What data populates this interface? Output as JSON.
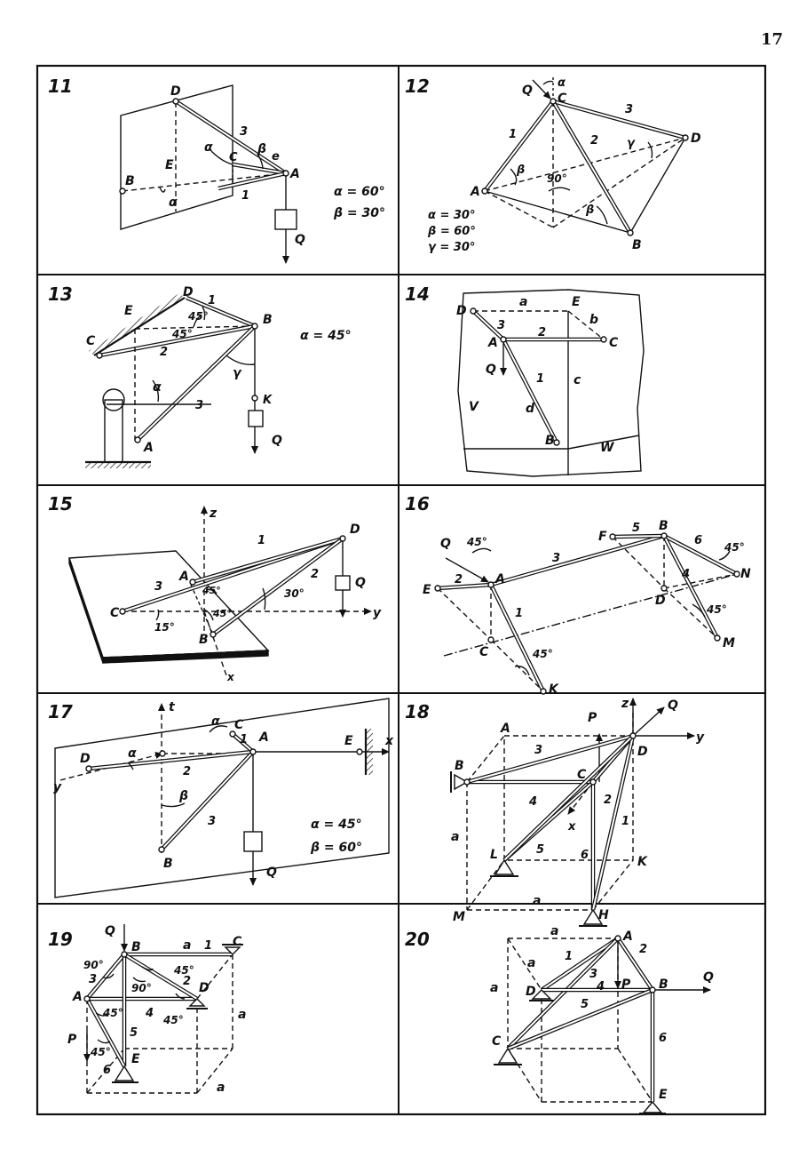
{
  "page_number": "17",
  "panels": [
    {
      "number": "11",
      "points": [
        "D",
        "B",
        "E",
        "C",
        "A"
      ],
      "labels": [
        "3",
        "1",
        "e",
        "α",
        "β",
        "α"
      ],
      "givens": [
        "α = 60°",
        "β = 30°"
      ],
      "force": "Q"
    },
    {
      "number": "12",
      "points": [
        "C",
        "D",
        "A",
        "B"
      ],
      "labels": [
        "1",
        "2",
        "3",
        "α",
        "β",
        "β",
        "γ",
        "90°"
      ],
      "givens": [
        "α = 30°",
        "β = 60°",
        "γ = 30°"
      ],
      "force": "Q"
    },
    {
      "number": "13",
      "points": [
        "D",
        "E",
        "C",
        "B",
        "A",
        "K"
      ],
      "labels": [
        "1",
        "2",
        "3",
        "45°",
        "45°",
        "α",
        "γ"
      ],
      "givens": [
        "α = 45°"
      ],
      "force": "Q"
    },
    {
      "number": "14",
      "points": [
        "D",
        "E",
        "A",
        "C",
        "B"
      ],
      "labels": [
        "a",
        "b",
        "c",
        "d",
        "1",
        "2",
        "3",
        "V",
        "W"
      ],
      "givens": [],
      "force": "Q"
    },
    {
      "number": "15",
      "points": [
        "z",
        "D",
        "A",
        "C",
        "B",
        "y",
        "x"
      ],
      "labels": [
        "1",
        "2",
        "3",
        "45°",
        "45°",
        "30°",
        "15°"
      ],
      "givens": [],
      "force": "Q"
    },
    {
      "number": "16",
      "points": [
        "F",
        "B",
        "E",
        "A",
        "D",
        "C",
        "N",
        "M",
        "K"
      ],
      "labels": [
        "1",
        "2",
        "3",
        "4",
        "5",
        "6",
        "45°",
        "45°",
        "45°",
        "45°"
      ],
      "givens": [],
      "force": "Q"
    },
    {
      "number": "17",
      "points": [
        "t",
        "C",
        "D",
        "A",
        "E",
        "x",
        "y",
        "B"
      ],
      "labels": [
        "1",
        "2",
        "3",
        "α",
        "α",
        "β"
      ],
      "givens": [
        "α = 45°",
        "β = 60°"
      ],
      "force": "Q"
    },
    {
      "number": "18",
      "points": [
        "z",
        "A",
        "B",
        "C",
        "D",
        "y",
        "L",
        "K",
        "M",
        "H",
        "x"
      ],
      "labels": [
        "1",
        "2",
        "3",
        "4",
        "5",
        "6",
        "a",
        "a"
      ],
      "givens": [],
      "force": "Q",
      "force2": "P"
    },
    {
      "number": "19",
      "points": [
        "B",
        "C",
        "A",
        "D",
        "E"
      ],
      "labels": [
        "1",
        "2",
        "3",
        "4",
        "5",
        "6",
        "a",
        "a",
        "a",
        "90°",
        "90°",
        "45°",
        "45°",
        "45°",
        "45°"
      ],
      "givens": [],
      "force": "Q",
      "force2": "P"
    },
    {
      "number": "20",
      "points": [
        "A",
        "D",
        "B",
        "C",
        "E"
      ],
      "labels": [
        "1",
        "2",
        "3",
        "4",
        "5",
        "6",
        "a",
        "a",
        "a"
      ],
      "givens": [],
      "force": "Q",
      "force2": "P"
    }
  ]
}
